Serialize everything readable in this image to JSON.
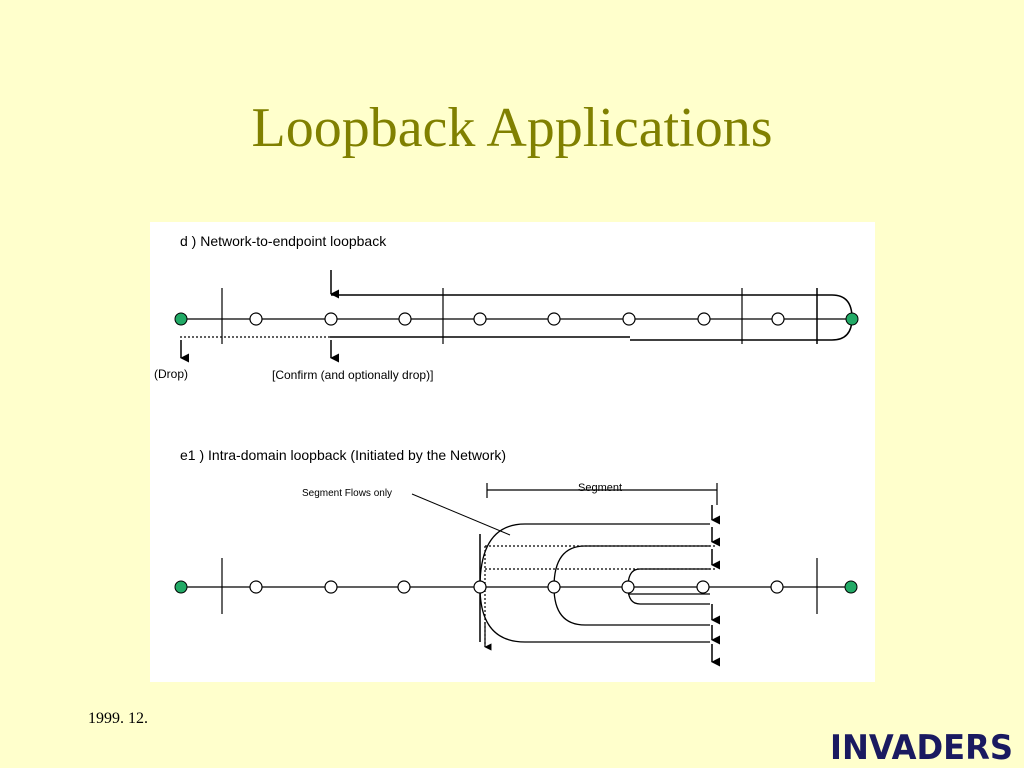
{
  "slide": {
    "title": "Loopback Applications",
    "footer_date": "1999. 12.",
    "logo_text": "INVADERS"
  },
  "diagram": {
    "panel_d": {
      "label": "d ) Network-to-endpoint loopback",
      "drop_label": "(Drop)",
      "confirm_label": "[Confirm (and optionally drop)]"
    },
    "panel_e1": {
      "label": "e1 ) Intra-domain loopback (Initiated by the Network)",
      "segment_flows_label": "Segment Flows only",
      "segment_label": "Segment"
    }
  },
  "colors": {
    "background": "#FFFFCC",
    "title": "#808000",
    "endpoint_node": "#22AA66",
    "logo": "#1A1A60"
  }
}
